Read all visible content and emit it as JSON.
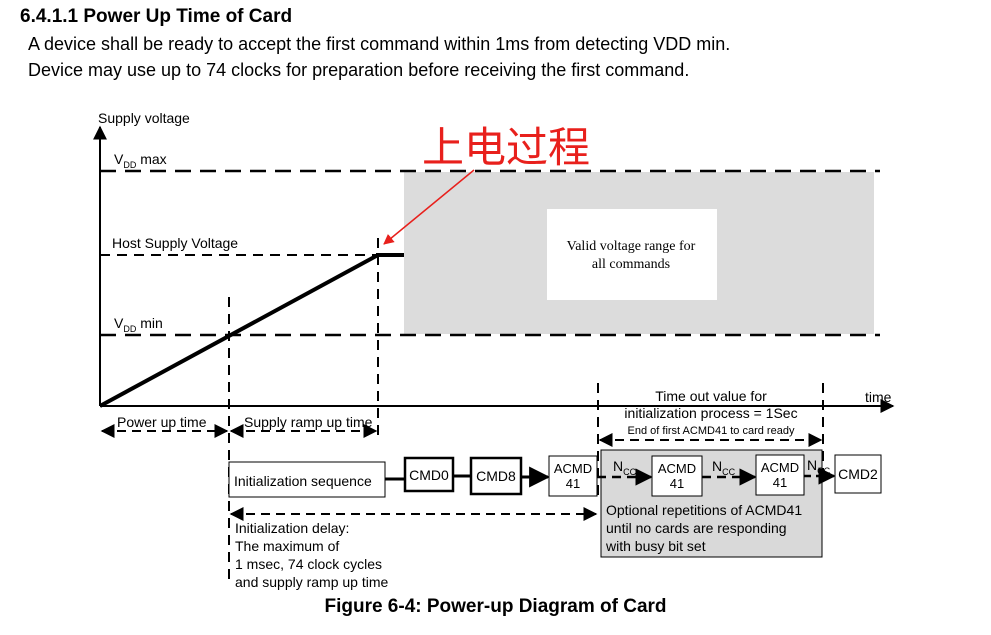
{
  "heading": "6.4.1.1 Power Up Time of Card",
  "paragraphs": [
    "A device shall be ready to accept the first command within 1ms from detecting VDD min.",
    "Device may use up to 74 clocks for preparation before receiving the first command."
  ],
  "diagram": {
    "y_axis_label": "Supply voltage",
    "x_axis_label": "time",
    "vdd_max": {
      "main": "V",
      "sub": "DD",
      "rest": " max"
    },
    "vdd_min": {
      "main": "V",
      "sub": "DD",
      "rest": " min"
    },
    "host_supply_label": "Host Supply Voltage",
    "annotation_cn": "上电过程",
    "valid_range_label_1": "Valid voltage range for",
    "valid_range_label_2": "all commands",
    "power_up_time": "Power up time",
    "supply_ramp_up_time": "Supply ramp up time",
    "timeout_label_1": "Time out value for",
    "timeout_label_2": "initialization process = 1Sec",
    "timeout_label_3": "End of first ACMD41 to card ready",
    "init_sequence": "Initialization sequence",
    "cmd0": "CMD0",
    "cmd8": "CMD8",
    "acmd_top": "ACMD",
    "acmd_bottom": "41",
    "ncc": {
      "main": "N",
      "sub": "CC"
    },
    "cmd2": "CMD2",
    "optional_1": "Optional repetitions of ACMD41",
    "optional_2": "until no cards are responding",
    "optional_3": "with busy bit set",
    "init_delay_1": "Initialization delay:",
    "init_delay_2": "The maximum of",
    "init_delay_3": "1 msec, 74 clock cycles",
    "init_delay_4": "and supply ramp up time",
    "colors": {
      "annotation": "#e8201c",
      "shade": "#dcdcdc",
      "box_shade": "#d9d9d9"
    }
  },
  "caption": "Figure 6-4: Power-up Diagram of Card"
}
